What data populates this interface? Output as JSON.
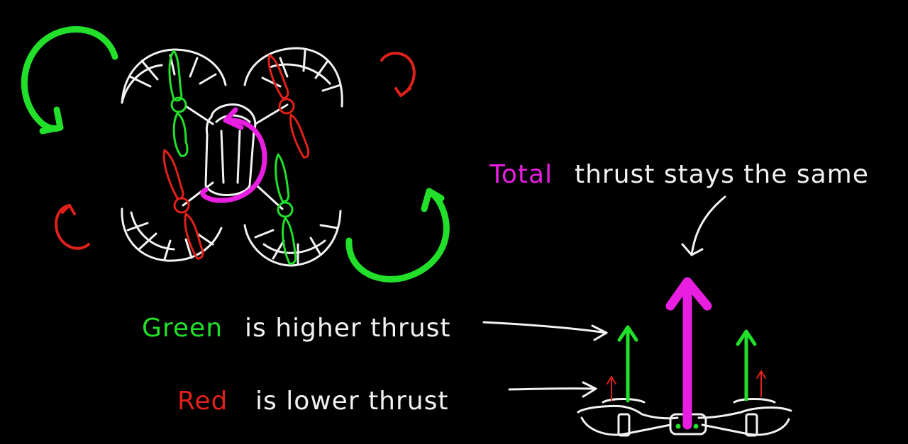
{
  "labels": {
    "total_word": "Total",
    "total_rest": "thrust stays the same",
    "green_word": "Green",
    "green_rest": "is higher thrust",
    "red_word": "Red",
    "red_rest": "is lower thrust"
  },
  "colors": {
    "background": "#000000",
    "green": "#22e02a",
    "red": "#e0201a",
    "magenta": "#e81ee0",
    "white": "#f2f2f2"
  }
}
